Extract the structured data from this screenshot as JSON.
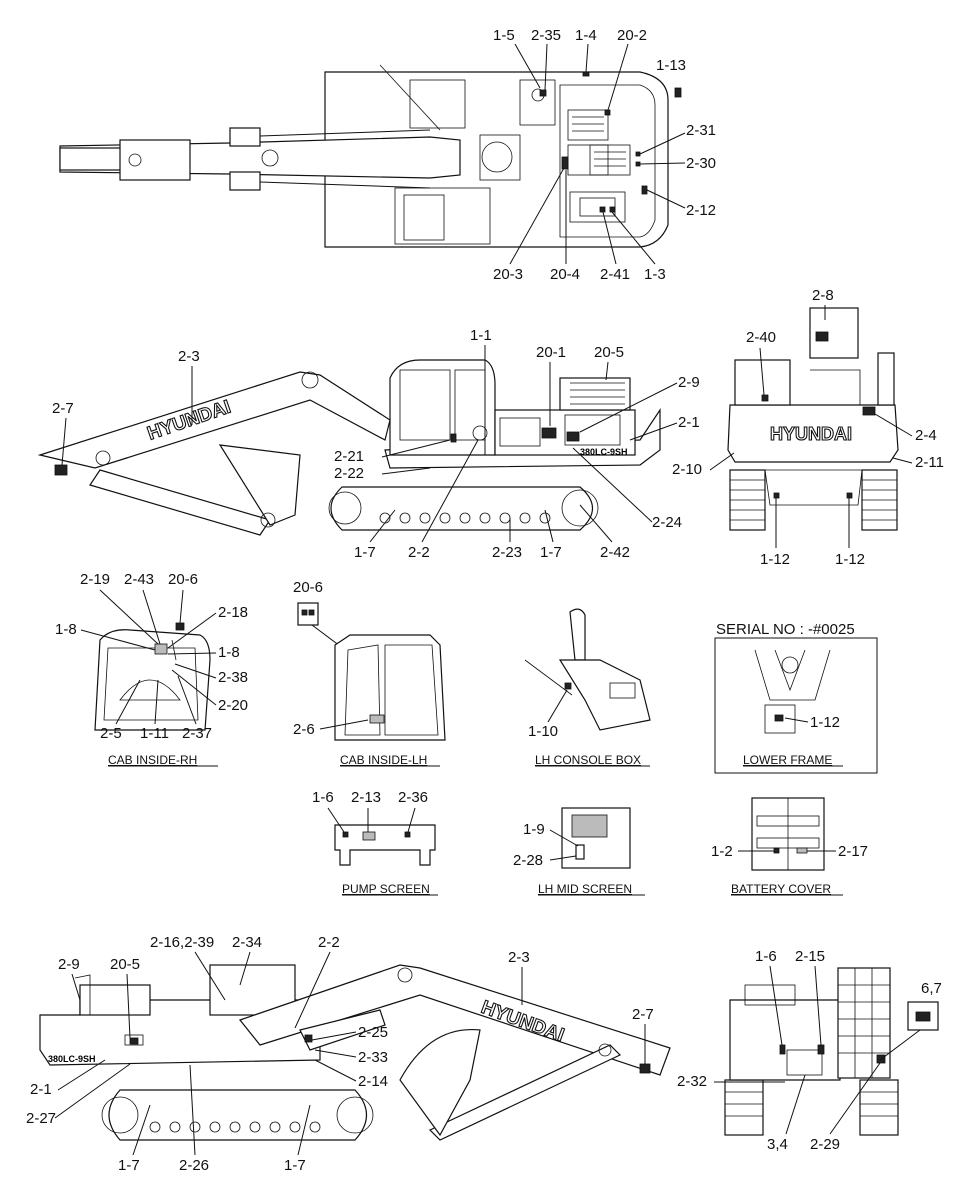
{
  "labels": {
    "top": [
      "1-5",
      "2-35",
      "1-4",
      "20-2",
      "1-13",
      "2-31",
      "2-30",
      "2-12",
      "20-3",
      "20-4",
      "2-41",
      "1-3"
    ],
    "side_r": [
      "1-1",
      "20-1",
      "20-5",
      "2-9",
      "2-1",
      "2-3",
      "2-7",
      "2-21",
      "2-22",
      "1-7",
      "2-2",
      "2-23",
      "1-7",
      "2-42",
      "2-24"
    ],
    "rear": [
      "2-8",
      "2-40",
      "2-4",
      "2-11",
      "2-10",
      "1-12",
      "1-12"
    ],
    "cab_rh": [
      "2-19",
      "2-43",
      "20-6",
      "2-18",
      "1-8",
      "1-8",
      "2-38",
      "2-20",
      "2-5",
      "1-11",
      "2-37"
    ],
    "cab_lh": [
      "20-6",
      "2-6"
    ],
    "console": [
      "1-10"
    ],
    "lower_frame": [
      "1-12"
    ],
    "pump": [
      "1-6",
      "2-13",
      "2-36"
    ],
    "mid": [
      "1-9",
      "2-28"
    ],
    "battery": [
      "1-2",
      "2-17"
    ],
    "side_l": [
      "2-16,2-39",
      "2-34",
      "2-2",
      "2-9",
      "20-5",
      "2-3",
      "2-7",
      "2-25",
      "2-33",
      "2-14",
      "2-1",
      "2-27",
      "1-7",
      "2-26",
      "1-7"
    ],
    "rear2": [
      "1-6",
      "2-15",
      "6,7",
      "2-32",
      "3,4",
      "2-29"
    ]
  },
  "captions": {
    "cab_rh": "CAB INSIDE-RH",
    "cab_lh": "CAB INSIDE-LH",
    "console": "LH CONSOLE BOX",
    "lower_frame": "LOWER FRAME",
    "pump": "PUMP SCREEN",
    "mid": "LH MID SCREEN",
    "battery": "BATTERY COVER"
  },
  "serial": "SERIAL NO : -#0025",
  "brand": "HYUNDAI",
  "model": "380LC-9SH"
}
